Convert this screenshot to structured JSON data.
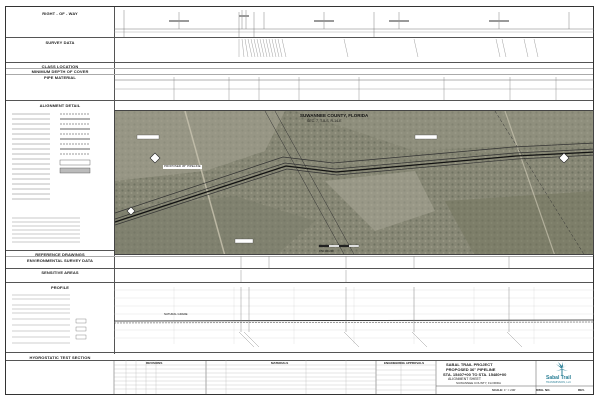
{
  "left_labels": {
    "right_of_way": "RIGHT - OF - WAY",
    "survey_data": "SURVEY DATA",
    "class_location": "CLASS LOCATION",
    "min_cover": "MINIMUM DEPTH OF COVER",
    "pipe_material": "PIPE MATERIAL",
    "alignment_detail": "ALIGNMENT DETAIL",
    "reference_drawings": "REFERENCE DRAWINGS",
    "environmental_survey": "ENVIRONMENTAL SURVEY DATA",
    "sensitive_areas": "SENSITIVE AREAS",
    "profile": "PROFILE",
    "hydrostatic": "HYDROSTATIC TEST SECTION"
  },
  "map": {
    "county_label": "SUWANNEE COUNTY, FLORIDA",
    "section_label": "SEC. 7, T-8-S, R-14-E",
    "pipeline_label": "PROPOSED 36\" PIPELINE",
    "scale_text": "0 50 100 200"
  },
  "profile": {
    "natural_grade_label": "NATURAL GRADE"
  },
  "title_block": {
    "revisions_header": "REVISIONS",
    "materials_header": "MATERIALS",
    "approvals_header": "ENGINEERING APPROVALS",
    "project_line1": "SABAL TRAIL PROJECT",
    "project_line2": "PROPOSED 36\" PIPELINE",
    "project_line3": "STA. 15407+00 TO STA. 15480+00",
    "project_line4": "ALIGNMENT SHEET",
    "location": "SUWANNEE COUNTY, FLORIDA",
    "logo_line1": "Sabal Trail",
    "logo_line2": "TRANSMISSION, LLC",
    "scale_label": "SCALE:",
    "scale_value": "1\" = 200'",
    "dwg_label": "DWG. NO.",
    "rev_label": "REV."
  },
  "colors": {
    "photo_base": "#8c8c78",
    "logo_teal": "#2a7f96",
    "pipeline": "#333333"
  }
}
